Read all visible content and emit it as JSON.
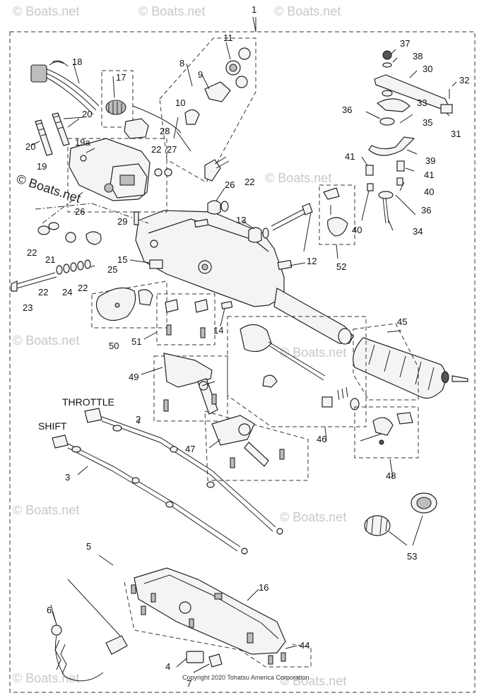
{
  "watermark": "© Boats.net",
  "copyright": "Copyright 2020 Tohatsu America Corporation",
  "labels": {
    "throttle": "THROTTLE",
    "shift": "SHIFT"
  },
  "callouts": [
    "1",
    "2",
    "3",
    "4",
    "5",
    "6",
    "7",
    "8",
    "9",
    "10",
    "11",
    "12",
    "13",
    "14",
    "15",
    "16",
    "17",
    "18",
    "19",
    "19a",
    "20",
    "21",
    "22",
    "23",
    "24",
    "25",
    "26",
    "27",
    "28",
    "29",
    "30",
    "31",
    "32",
    "33",
    "34",
    "35",
    "36",
    "37",
    "38",
    "39",
    "40",
    "41",
    "44",
    "45",
    "46",
    "47",
    "48",
    "49",
    "50",
    "51",
    "52",
    "53"
  ]
}
